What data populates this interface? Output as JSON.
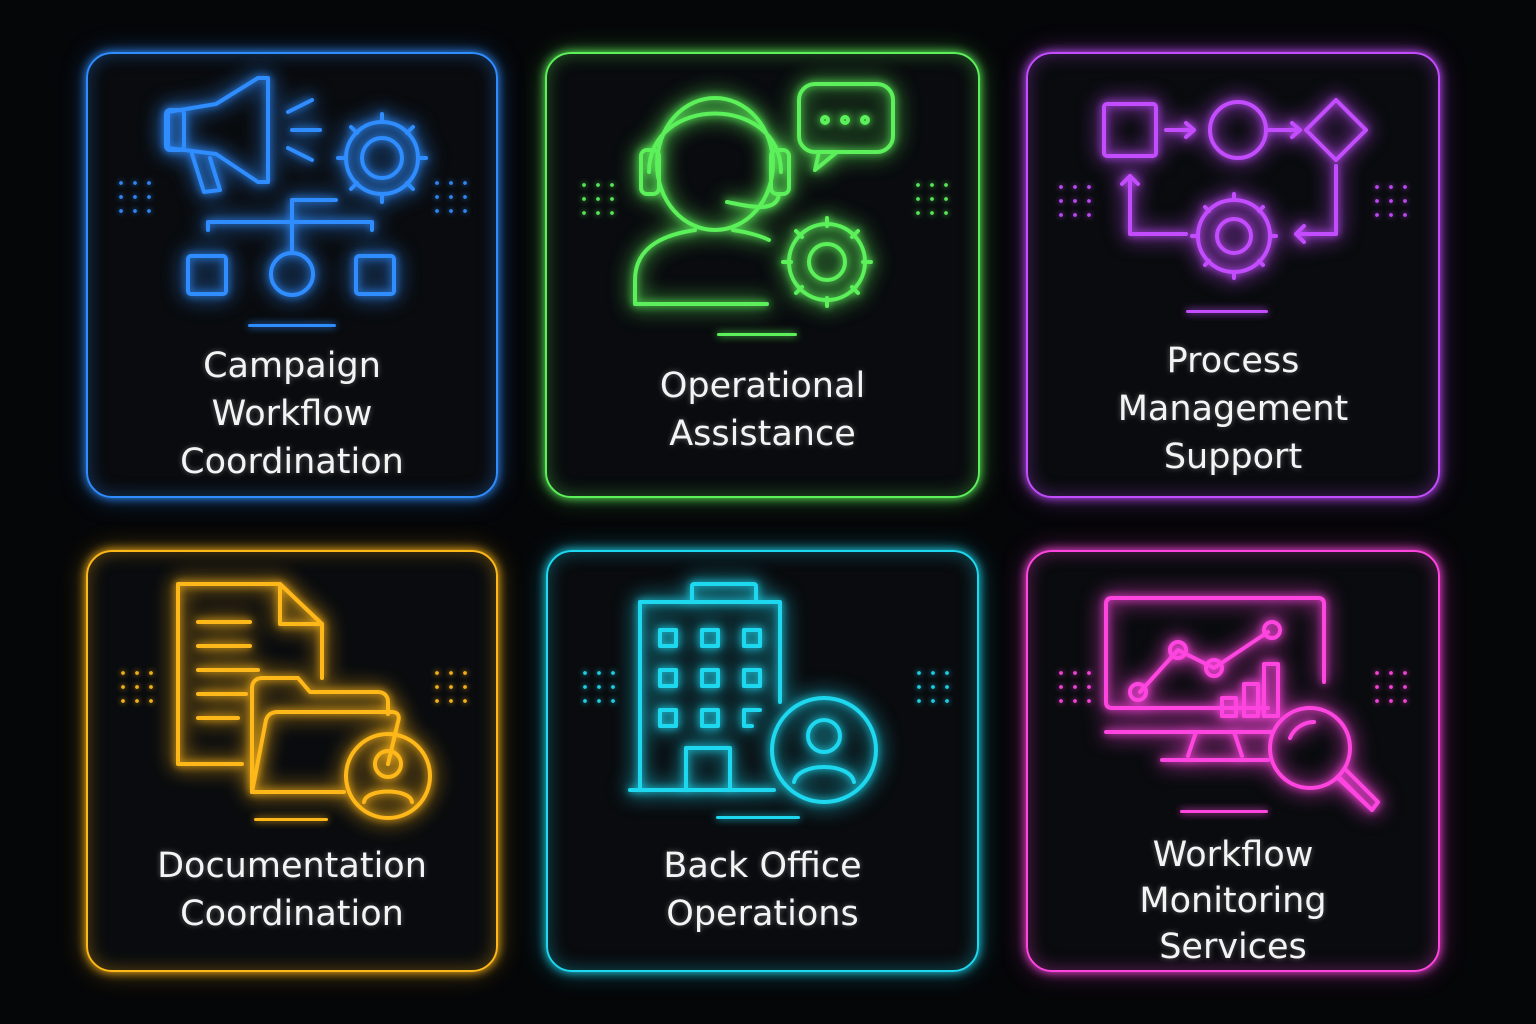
{
  "colors": {
    "blue": "#2f8dff",
    "green": "#5cf05a",
    "purple": "#c44cff",
    "yellow": "#ffb81a",
    "cyan": "#1ed8f0",
    "pink": "#ff45e0"
  },
  "cards": [
    {
      "icon": "megaphone-gear-org-chart-icon",
      "lines": [
        "Campaign",
        "Workflow",
        "Coordination"
      ]
    },
    {
      "icon": "support-agent-headset-icon",
      "lines": [
        "Operational",
        "Assistance"
      ]
    },
    {
      "icon": "process-flow-gear-icon",
      "lines": [
        "Process",
        "Management",
        "Support"
      ]
    },
    {
      "icon": "document-folder-user-icon",
      "lines": [
        "Documentation",
        "Coordination"
      ]
    },
    {
      "icon": "office-building-user-icon",
      "lines": [
        "Back Office",
        "Operations"
      ]
    },
    {
      "icon": "monitor-chart-magnifier-icon",
      "lines": [
        "Workflow",
        "Monitoring",
        "Services"
      ]
    }
  ]
}
